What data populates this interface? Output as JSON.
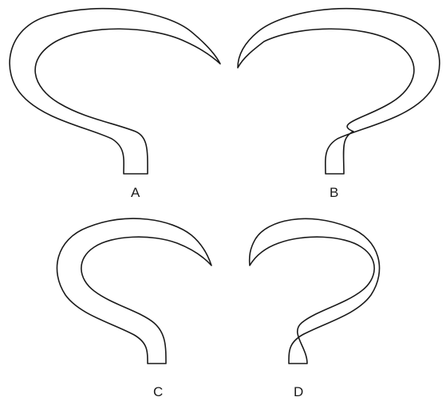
{
  "labels": {
    "a": "A",
    "b": "B",
    "c": "C",
    "d": "D"
  },
  "colors": {
    "stroke": "#1a1a1a",
    "fill": "#ffffff",
    "background": "#ffffff"
  }
}
